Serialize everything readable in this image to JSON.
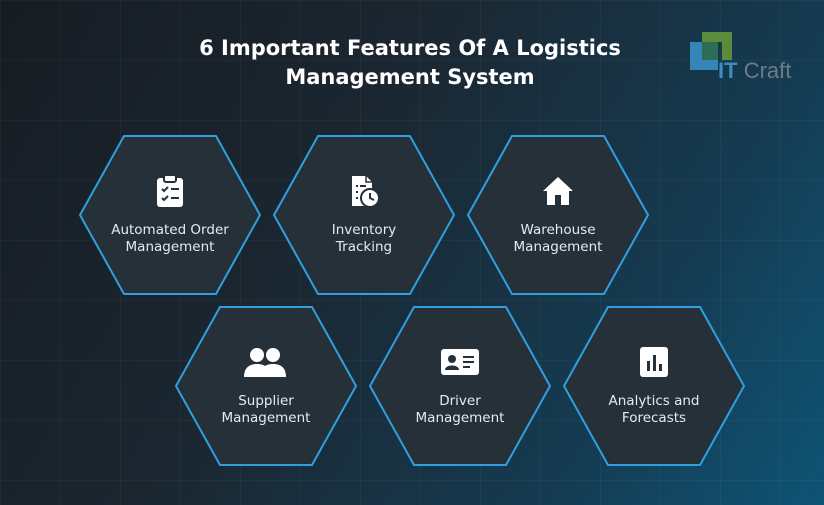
{
  "title": {
    "line1": "6 Important Features Of A Logistics",
    "line2": "Management System"
  },
  "logo": {
    "it": "IT",
    "craft": "Craft"
  },
  "features": [
    {
      "line1": "Automated Order",
      "line2": "Management",
      "icon": "clipboard-checklist-icon"
    },
    {
      "line1": "Inventory",
      "line2": "Tracking",
      "icon": "document-clock-icon"
    },
    {
      "line1": "Warehouse",
      "line2": "Management",
      "icon": "house-icon"
    },
    {
      "line1": "Supplier",
      "line2": "Management",
      "icon": "people-group-icon"
    },
    {
      "line1": "Driver",
      "line2": "Management",
      "icon": "id-card-icon"
    },
    {
      "line1": "Analytics and",
      "line2": "Forecasts",
      "icon": "bar-chart-icon"
    }
  ],
  "colors": {
    "hex_border": "#2f9fe0",
    "hex_fill": "#263039",
    "icon": "#ffffff",
    "logo_blue": "#3a8ec4",
    "logo_green": "#5b8c3e"
  }
}
